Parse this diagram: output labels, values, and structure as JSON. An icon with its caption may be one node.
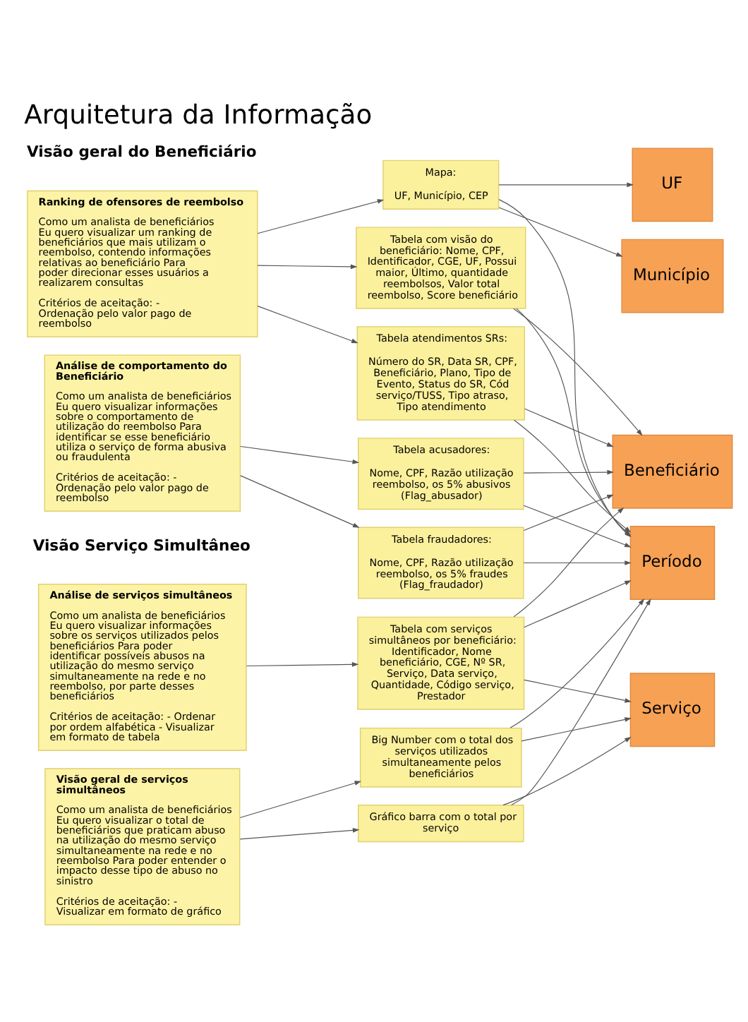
{
  "diagram": {
    "title": "Arquitetura da Informação",
    "nodes": [
      {
        "text": [
          "Ranking de ofensores de reembolso",
          "Como um analista de beneficiários Eu quero visualizar um ranking de beneficiários que mais utilizam o reembolso, contendo informações relativas ao beneficiário Para poder direcionar esses usuários a realizarem consultas",
          "Critérios de aceitação: - Ordenação pelo valor pago de reembolso"
        ]
      },
      {
        "text": [
          "Mapa:",
          "UF, Município, CEP"
        ]
      },
      {
        "text": [
          "Tabela com visão do beneficiário: Nome, CPF, Identificador, CGE, UF, Possui maior, Último, quantidade reembolsos, Valor total reembolso, Score beneficiário"
        ]
      },
      {
        "text": [
          "Tabela atendimentos SRs:",
          "Número do SR, Data SR, CPF, Beneficiário, Plano, Tipo de Evento, Status do SR, Cód serviço/TUSS, Tipo atraso, Tipo atendimento"
        ]
      },
      {
        "text": [
          "Análise de comportamento do Beneficiário",
          "Como um analista de beneficiários Eu quero visualizar informações sobre o comportamento de utilização do reembolso Para identificar se esse beneficiário utiliza o serviço de forma abusiva ou fraudulenta",
          "Critérios de aceitação: - Ordenação pelo valor pago de reembolso"
        ]
      },
      {
        "text": [
          "Tabela acusadores:",
          "Nome, CPF, Razão utilização reembolso, os 5% abusivos (Flag_abusador)"
        ]
      },
      {
        "text": [
          "Tabela fraudadores:",
          "Nome, CPF, Razão utilização reembolso, os 5% fraudes (Flag_fraudador)"
        ]
      },
      {
        "text": [
          "Análise de serviços simultâneos",
          "Como um analista de beneficiários Eu quero visualizar informações sobre os serviços utilizados pelos beneficiários Para poder identificar possíveis abusos na utilização do mesmo serviço simultaneamente na rede e no reembolso, por parte desses beneficiários",
          "Critérios de aceitação: - Ordenar por ordem alfabética - Visualizar em formato de tabela"
        ]
      },
      {
        "text": [
          "Tabela com serviços simultâneos por beneficiário: Identificador, Nome beneficiário, CGE, Nº SR, Serviço, Data serviço, Quantidade, Código serviço, Prestador"
        ]
      },
      {
        "text": [
          "Visão geral de serviços simultâneos",
          "Como um analista de beneficiários Eu quero visualizar o total de beneficiários que praticam abuso na utilização do mesmo serviço simultaneamente na rede e no reembolso Para poder entender o impacto desse tipo de abuso no sinistro",
          "Critérios de aceitação: - Visualizar em formato de gráfico"
        ]
      },
      {
        "text": [
          "Big Number com o total dos serviços utilizados simultaneamente pelos beneficiários"
        ]
      },
      {
        "text": [
          "Gráfico barra com o total por serviço"
        ]
      },
      {
        "text": [
          "UF"
        ]
      },
      {
        "text": [
          "Município"
        ]
      },
      {
        "text": [
          "Beneficiário"
        ]
      },
      {
        "text": [
          "Período"
        ]
      },
      {
        "text": [
          "Serviço"
        ]
      }
    ],
    "edges": [
      {
        "from": 0,
        "to": 1,
        "arrow": "to"
      },
      {
        "from": 0,
        "to": 2,
        "arrow": "to"
      },
      {
        "from": 0,
        "to": 3,
        "arrow": "to"
      },
      {
        "from": 4,
        "to": 5,
        "arrow": "to"
      },
      {
        "from": 4,
        "to": 6,
        "arrow": "to"
      },
      {
        "from": 7,
        "to": 8,
        "arrow": "to"
      },
      {
        "from": 9,
        "to": 10,
        "arrow": "to"
      },
      {
        "from": 9,
        "to": 11,
        "arrow": "to"
      },
      {
        "from": 1,
        "to": 12,
        "arrow": "to"
      },
      {
        "from": 1,
        "to": 13,
        "arrow": "to"
      },
      {
        "from": 1,
        "to": 15,
        "arrow": "to"
      },
      {
        "from": 2,
        "to": 14,
        "arrow": "to"
      },
      {
        "from": 2,
        "to": 15,
        "arrow": "to"
      },
      {
        "from": 3,
        "to": 14,
        "arrow": "to"
      },
      {
        "from": 3,
        "to": 15,
        "arrow": "to"
      },
      {
        "from": 5,
        "to": 14,
        "arrow": "to"
      },
      {
        "from": 5,
        "to": 15,
        "arrow": "to"
      },
      {
        "from": 6,
        "to": 14,
        "arrow": "to"
      },
      {
        "from": 6,
        "to": 15,
        "arrow": "to"
      },
      {
        "from": 8,
        "to": 14,
        "arrow": "to"
      },
      {
        "from": 8,
        "to": 15,
        "arrow": "to"
      },
      {
        "from": 8,
        "to": 16,
        "arrow": "to"
      },
      {
        "from": 10,
        "to": 15,
        "arrow": "to"
      },
      {
        "from": 10,
        "to": 16,
        "arrow": "to"
      },
      {
        "from": 11,
        "to": 15,
        "arrow": "to"
      },
      {
        "from": 11,
        "to": 16,
        "arrow": "to"
      }
    ],
    "labels": [
      "Visão geral do Beneficiário",
      "Visão Serviço Simultâneo"
    ]
  }
}
